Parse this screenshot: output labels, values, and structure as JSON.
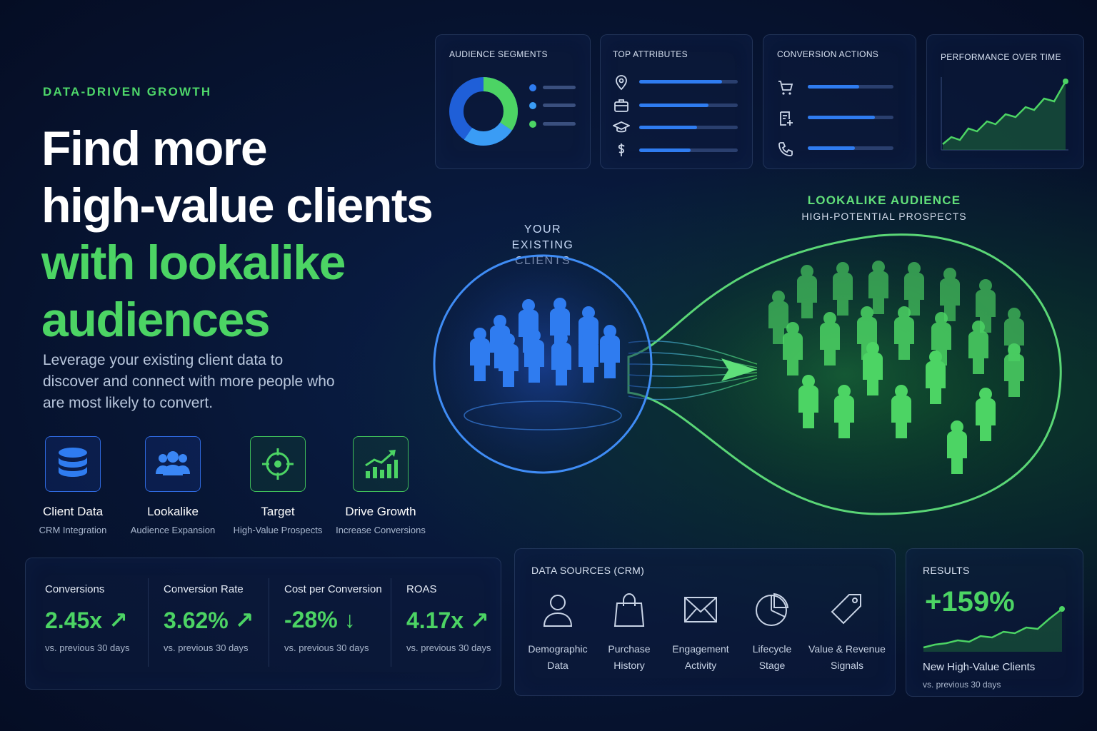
{
  "hero": {
    "eyebrow": "DATA-DRIVEN GROWTH",
    "headline_line1": "Find more",
    "headline_line2": "high-value clients",
    "headline_line3": "with lookalike",
    "headline_line4": "audiences",
    "lead": "Leverage your existing client data to discover and connect with more people who are most likely to convert."
  },
  "features": [
    {
      "title": "Client Data",
      "subtitle": "CRM Integration",
      "icon": "database-icon"
    },
    {
      "title": "Lookalike",
      "subtitle": "Audience Expansion",
      "icon": "users-icon"
    },
    {
      "title": "Target",
      "subtitle": "High-Value Prospects",
      "icon": "target-icon"
    },
    {
      "title": "Drive Growth",
      "subtitle": "Increase Conversions",
      "icon": "growth-chart-icon"
    }
  ],
  "panels": {
    "segments_title": "AUDIENCE SEGMENTS",
    "attributes_title": "TOP ATTRIBUTES",
    "conversion_title": "CONVERSION ACTIONS",
    "performance_title": "PERFORMANCE OVER TIME"
  },
  "attributes": [
    {
      "icon": "location-pin-icon",
      "fill": 0.84
    },
    {
      "icon": "briefcase-icon",
      "fill": 0.7
    },
    {
      "icon": "graduation-cap-icon",
      "fill": 0.59
    },
    {
      "icon": "dollar-icon",
      "fill": 0.52
    }
  ],
  "conversion_actions": [
    {
      "icon": "cart-icon",
      "fill": 0.6
    },
    {
      "icon": "form-icon",
      "fill": 0.78
    },
    {
      "icon": "phone-icon",
      "fill": 0.55
    }
  ],
  "visual": {
    "existing_label_line1": "YOUR EXISTING",
    "existing_label_line2": "CLIENTS",
    "lookalike_title": "LOOKALIKE AUDIENCE",
    "lookalike_subtitle": "HIGH-POTENTIAL PROSPECTS"
  },
  "kpis": [
    {
      "label": "Conversions",
      "value": "2.45x ↗",
      "sub": "vs. previous 30 days"
    },
    {
      "label": "Conversion Rate",
      "value": "3.62% ↗",
      "sub": "vs. previous 30 days"
    },
    {
      "label": "Cost per Conversion",
      "value": "-28% ↓",
      "sub": "vs. previous 30 days"
    },
    {
      "label": "ROAS",
      "value": "4.17x ↗",
      "sub": "vs. previous 30 days"
    }
  ],
  "data_sources": {
    "title": "DATA SOURCES (CRM)",
    "items": [
      {
        "line1": "Demographic",
        "line2": "Data",
        "icon": "person-icon"
      },
      {
        "line1": "Purchase",
        "line2": "History",
        "icon": "shopping-bag-icon"
      },
      {
        "line1": "Engagement",
        "line2": "Activity",
        "icon": "envelope-icon"
      },
      {
        "line1": "Lifecycle",
        "line2": "Stage",
        "icon": "pie-chart-icon"
      },
      {
        "line1": "Value & Revenue",
        "line2": "Signals",
        "icon": "tag-icon"
      }
    ]
  },
  "results": {
    "title": "RESULTS",
    "value": "+159%",
    "label": "New High-Value Clients",
    "sub": "vs. previous 30 days"
  },
  "colors": {
    "accent_green": "#4cd464",
    "accent_blue": "#2f7cf0",
    "background": "#071533"
  }
}
